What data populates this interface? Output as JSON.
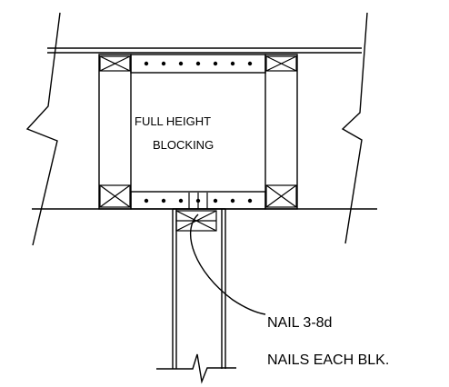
{
  "drawing": {
    "blocking_label_line1": "FULL HEIGHT",
    "blocking_label_line2": "BLOCKING",
    "nail_label_line1": "NAIL 3-8d",
    "nail_label_line2": "NAILS EACH BLK."
  },
  "colors": {
    "ink": "#000000",
    "background": "#ffffff"
  }
}
